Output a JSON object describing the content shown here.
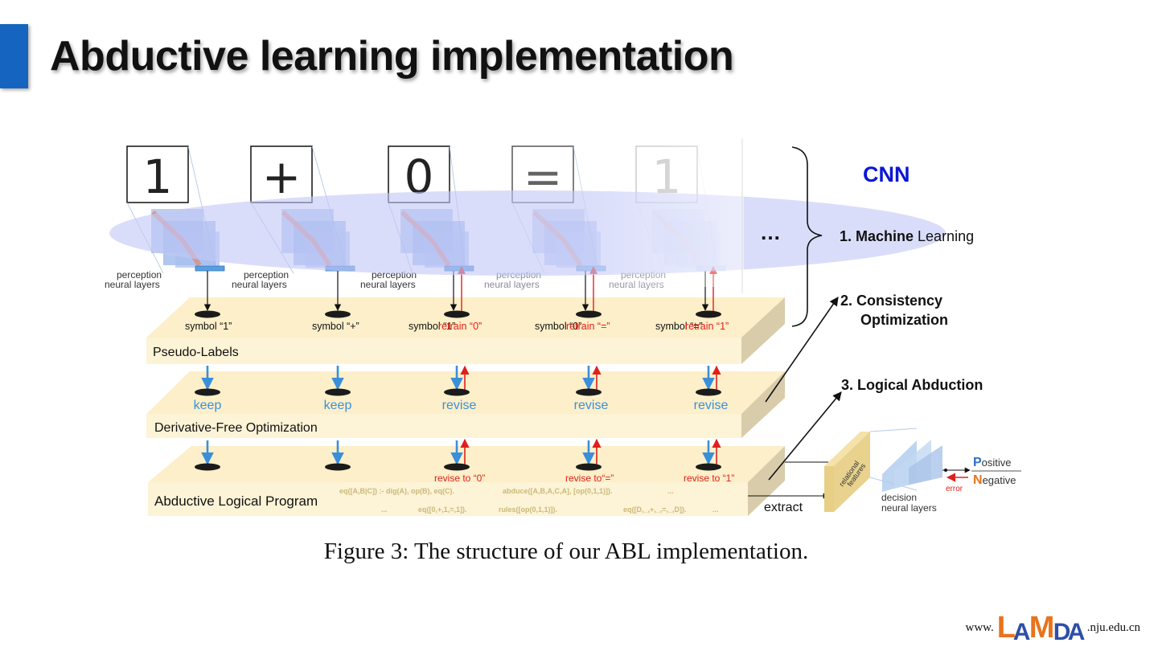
{
  "slide": {
    "title": "Abductive learning implementation"
  },
  "figure": {
    "caption": "Figure 3: The structure of our ABL implementation.",
    "cnn_label": "CNN",
    "ellipsis": "…",
    "steps": {
      "machine_learning_num": "1. Machine ",
      "machine_learning_word": "Learning",
      "consistency_line1": "2. Consistency",
      "consistency_line2": "Optimization",
      "logical_abduction": "3. Logical Abduction"
    },
    "perception_label": [
      "perception",
      "neural layers"
    ],
    "columns": [
      {
        "image": "1",
        "symbol": "symbol “1”",
        "retrain": "",
        "action": "keep",
        "abduced": ""
      },
      {
        "image": "+",
        "symbol": "symbol “+”",
        "retrain": "",
        "action": "keep",
        "abduced": ""
      },
      {
        "image": "0",
        "symbol": "symbol “1”",
        "retrain": "retrain “0”",
        "action": "revise",
        "abduced": "revise to “0”"
      },
      {
        "image": "=",
        "symbol": "symbol “0”",
        "retrain": "retrain “=”",
        "action": "revise",
        "abduced": "revise to“=”"
      },
      {
        "image": "1",
        "symbol": "symbol “=”",
        "retrain": "retrain “1”",
        "action": "revise",
        "abduced": "revise to “1”"
      }
    ],
    "layers": {
      "pseudo_labels": "Pseudo-Labels",
      "dfo": "Derivative-Free Optimization",
      "alp": "Abductive Logical Program"
    },
    "program_lines": {
      "line1": [
        "eq([A,B|C]) :- dig(A), op(B), eq(C).",
        "abduce([A,B,A,C,A], [op(0,1,1)]).",
        "..."
      ],
      "line2": [
        "...",
        "eq([0,+,1,=,1]).",
        "rules([op(0,1,1)]).",
        "eq([D,_,+,_,=,_,D]).",
        "..."
      ]
    },
    "extract_label": "extract",
    "relational_features": [
      "relational",
      "features"
    ],
    "decision_label": [
      "decision",
      "neural layers"
    ],
    "error_label": "error",
    "outputs": {
      "positive_initial": "P",
      "positive_rest": "ositive",
      "negative_initial": "N",
      "negative_rest": "egative"
    }
  },
  "footer": {
    "www": "www.",
    "logo_letters": [
      "L",
      "A",
      "M",
      "D",
      "A"
    ],
    "domain": ".nju.edu.cn"
  },
  "colors": {
    "accent": "#1565c0",
    "cnn": "#0a17d6",
    "ellipse": "#c4c8f7",
    "layer_top": "#fcefc9",
    "layer_front": "#fdf3d6",
    "layer_side": "#d9ccab",
    "blue_arrow": "#3b8fd9",
    "red": "#e0201c",
    "program_text": "#c9b97a",
    "logo_orange": "#e8731c",
    "logo_blue": "#2e4fa8"
  },
  "icons": [
    "digit-image-icon",
    "arrow-icon",
    "cnn-block-icon",
    "brace-icon"
  ]
}
